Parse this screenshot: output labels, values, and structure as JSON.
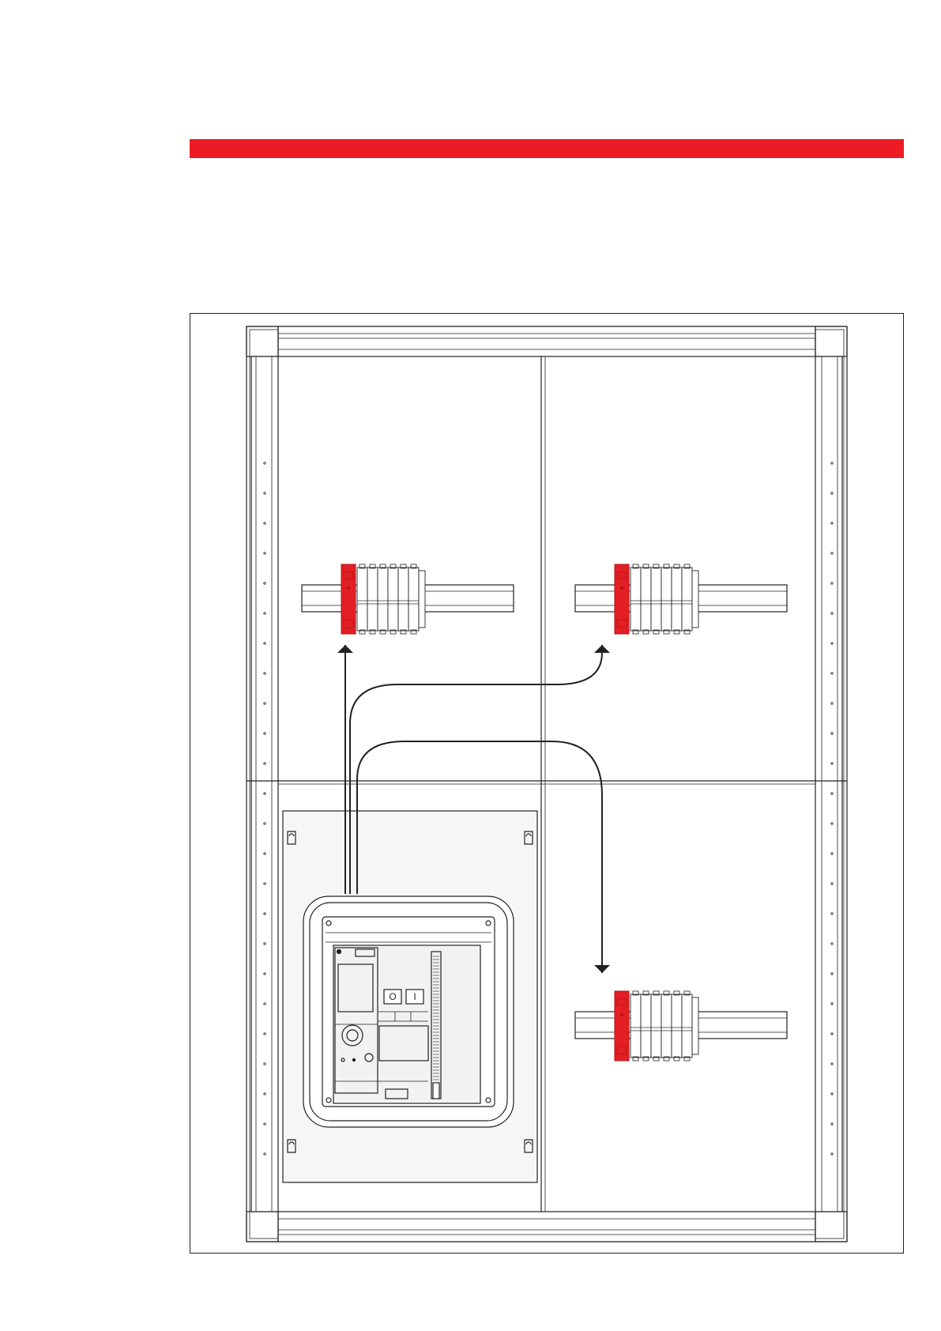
{
  "colors": {
    "band": "#ed1c24",
    "accent_red": "#e31e24",
    "accent_red_dark": "#b3141a",
    "line": "#222222",
    "panel_fill": "#f6f6f6",
    "breaker_fill": "#f2f2f2"
  },
  "diagram": {
    "breaker_buttons": [
      "O",
      "I"
    ],
    "din_assemblies": [
      {
        "name": "top-left-din-assembly",
        "terminals": 6,
        "surge_module": true
      },
      {
        "name": "top-right-din-assembly",
        "terminals": 6,
        "surge_module": true
      },
      {
        "name": "bottom-right-din-assembly",
        "terminals": 6,
        "surge_module": true
      }
    ],
    "connections": [
      {
        "from": "circuit-breaker",
        "to": "top-left-din-assembly"
      },
      {
        "from": "circuit-breaker",
        "to": "top-right-din-assembly"
      },
      {
        "from": "circuit-breaker",
        "to": "bottom-right-din-assembly"
      }
    ]
  }
}
